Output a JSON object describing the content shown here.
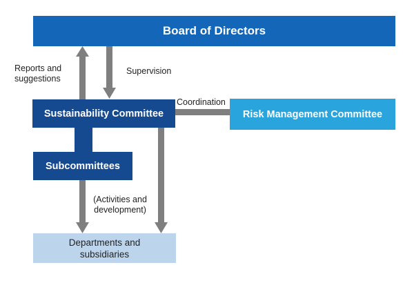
{
  "diagram": {
    "nodes": {
      "board": "Board of Directors",
      "sustainability": "Sustainability Committee",
      "subcommittees": "Subcommittees",
      "risk": "Risk Management Committee",
      "departments": "Departments and subsidiaries"
    },
    "edge_labels": {
      "reports": "Reports and suggestions",
      "supervision": "Supervision",
      "coordination": "Coordination",
      "activities": "(Activities and development)"
    },
    "colors": {
      "board": "#1467b8",
      "committee": "#164a90",
      "risk": "#2aa4dc",
      "departments": "#bdd5ec",
      "connector": "#7f7f7f"
    }
  }
}
